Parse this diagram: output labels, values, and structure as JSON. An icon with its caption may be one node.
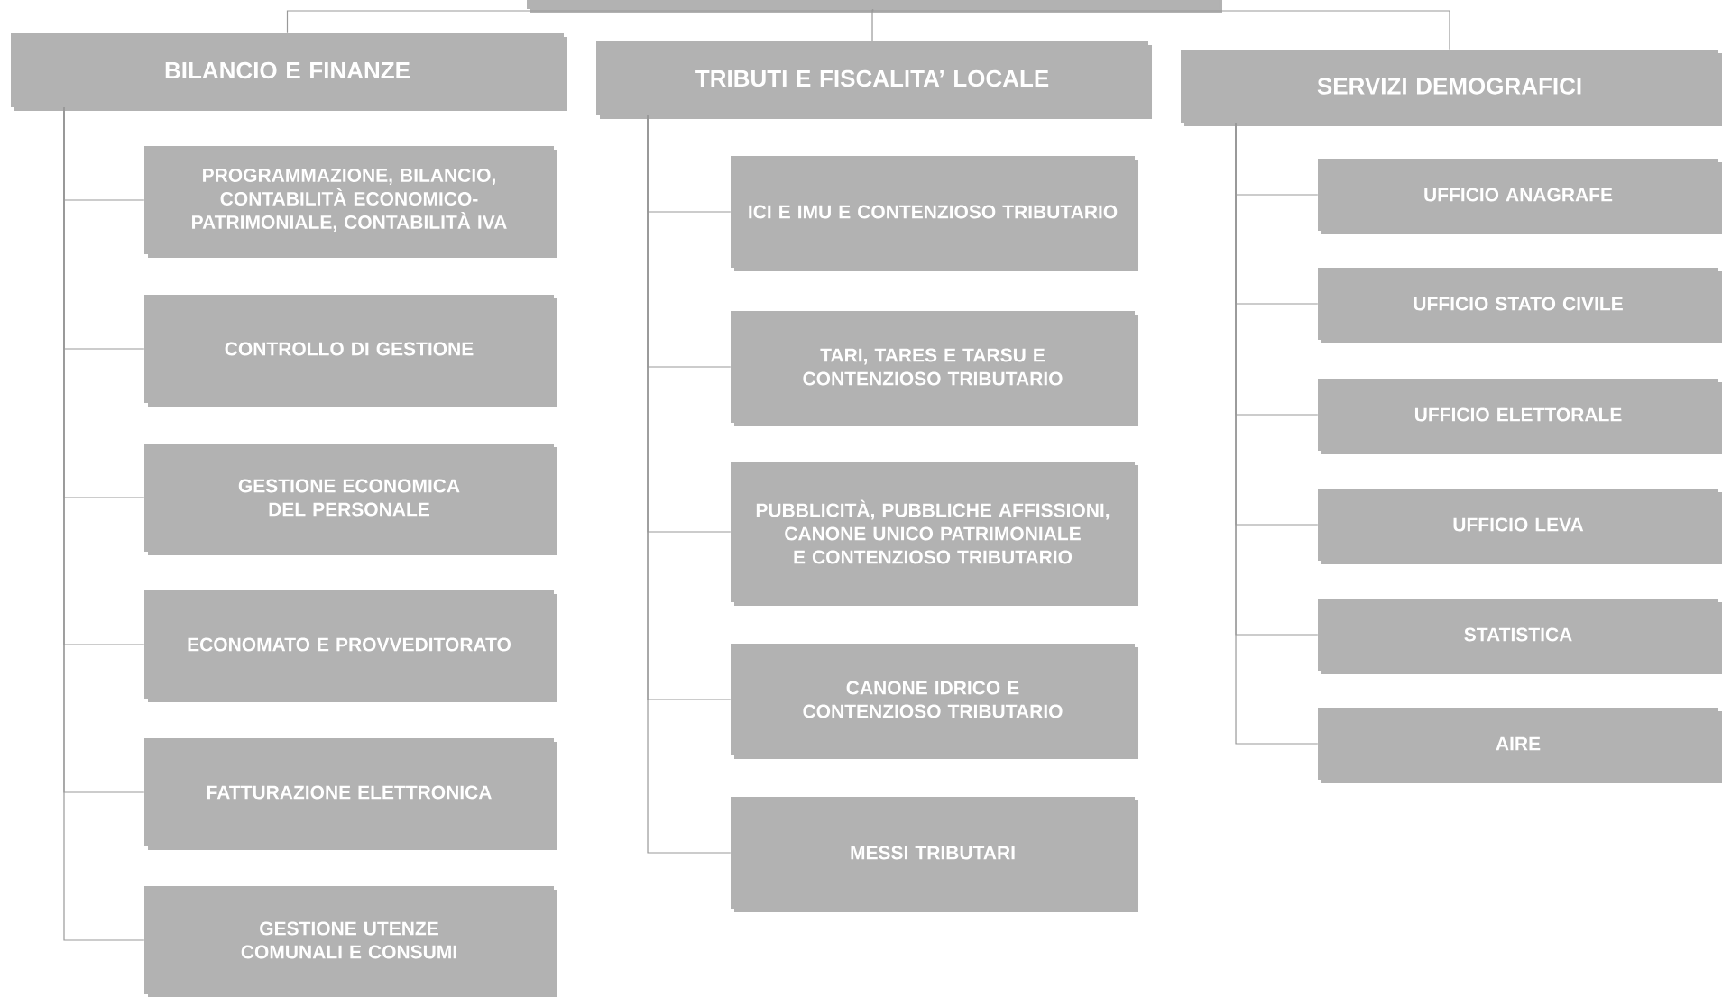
{
  "diagram": {
    "nodes": [
      {
        "text": [],
        "shape": "box"
      },
      {
        "text": [
          "BILANCIO E FINANZE"
        ]
      },
      {
        "text": [
          "TRIBUTI E FISCALITA’ LOCALE"
        ]
      },
      {
        "text": [
          "SERVIZI DEMOGRAFICI"
        ]
      },
      {
        "text": [
          "PROGRAMMAZIONE, BILANCIO, CONTABILITÀ ECONOMICO-PATRIMONIALE, CONTABILITÀ IVA"
        ]
      },
      {
        "text": [
          "CONTROLLO DI GESTIONE"
        ]
      },
      {
        "text": [
          "GESTIONE ECONOMICA DEL PERSONALE"
        ]
      },
      {
        "text": [
          "ECONOMATO E PROVVEDITORATO"
        ]
      },
      {
        "text": [
          "FATTURAZIONE ELETTRONICA"
        ]
      },
      {
        "text": [
          "GESTIONE UTENZE COMUNALI E CONSUMI"
        ]
      },
      {
        "text": [
          "ICI E IMU E CONTENZIOSO TRIBUTARIO"
        ]
      },
      {
        "text": [
          "TARI, TARES E TARSU E CONTENZIOSO TRIBUTARIO"
        ]
      },
      {
        "text": [
          "PUBBLICITÀ, PUBBLICHE AFFISSIONI, CANONE UNICO PATRIMONIALE E CONTENZIOSO TRIBUTARIO"
        ]
      },
      {
        "text": [
          "CANONE IDRICO E CONTENZIOSO TRIBUTARIO"
        ]
      },
      {
        "text": [
          "MESSI TRIBUTARI"
        ]
      },
      {
        "text": [
          "UFFICIO ANAGRAFE"
        ]
      },
      {
        "text": [
          "UFFICIO STATO CIVILE"
        ]
      },
      {
        "text": [
          "UFFICIO ELETTORALE"
        ]
      },
      {
        "text": [
          "UFFICIO LEVA"
        ]
      },
      {
        "text": [
          "STATISTICA"
        ]
      },
      {
        "text": [
          "AIRE"
        ]
      }
    ],
    "edges": [
      {
        "from": 0,
        "to": 1,
        "arrow": "none"
      },
      {
        "from": 0,
        "to": 2,
        "arrow": "none"
      },
      {
        "from": 0,
        "to": 3,
        "arrow": "none"
      },
      {
        "from": 1,
        "to": 4,
        "arrow": "none"
      },
      {
        "from": 1,
        "to": 5,
        "arrow": "none"
      },
      {
        "from": 1,
        "to": 6,
        "arrow": "none"
      },
      {
        "from": 1,
        "to": 7,
        "arrow": "none"
      },
      {
        "from": 1,
        "to": 8,
        "arrow": "none"
      },
      {
        "from": 1,
        "to": 9,
        "arrow": "none"
      },
      {
        "from": 2,
        "to": 10,
        "arrow": "none"
      },
      {
        "from": 2,
        "to": 11,
        "arrow": "none"
      },
      {
        "from": 2,
        "to": 12,
        "arrow": "none"
      },
      {
        "from": 2,
        "to": 13,
        "arrow": "none"
      },
      {
        "from": 2,
        "to": 14,
        "arrow": "none"
      },
      {
        "from": 3,
        "to": 15,
        "arrow": "none"
      },
      {
        "from": 3,
        "to": 16,
        "arrow": "none"
      },
      {
        "from": 3,
        "to": 17,
        "arrow": "none"
      },
      {
        "from": 3,
        "to": 18,
        "arrow": "none"
      },
      {
        "from": 3,
        "to": 19,
        "arrow": "none"
      },
      {
        "from": 3,
        "to": 20,
        "arrow": "none"
      }
    ]
  }
}
